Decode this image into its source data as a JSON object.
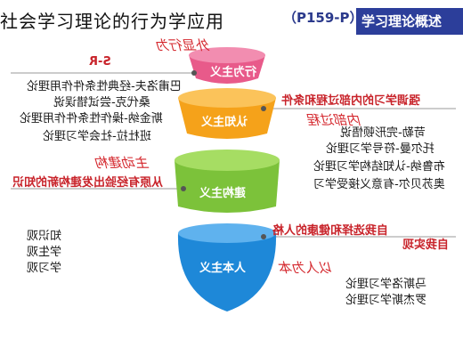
{
  "title": "社会学习理论的行为学应用",
  "header": {
    "page_ref": "（P159-P）",
    "section": "学习理论概述"
  },
  "layers": [
    {
      "label": "行为主义",
      "color": "#e85a8a",
      "note": "S-R",
      "note_hand": "外显行为",
      "theories": [
        "巴甫洛夫-经典性条件作用理论",
        "桑代克-尝试错误说",
        "斯金纳-操作性条件作用理论",
        "班杜拉-社会学习理论"
      ]
    },
    {
      "label": "认知主义",
      "color": "#f5a21a",
      "note": "强调学习的内部过程和条件",
      "note_hand": "内部过程",
      "theories": [
        "苛勒-完形顿悟说",
        "托尔曼-符号学习理论",
        "布鲁纳-认知结构学习理论",
        "奥苏贝尔-有意义接受学习"
      ]
    },
    {
      "label": "建构主义",
      "color": "#7cc23a",
      "note": "从原有经验出发建构新的知识",
      "note_hand": "主动建构",
      "theories": [
        "知识观",
        "学生观",
        "学习观"
      ]
    },
    {
      "label": "人本主义",
      "color": "#1e88d8",
      "note": "自我选择和健康的人格",
      "note_hand": "以人为本",
      "theories": [
        "自我实现",
        "马斯洛学习理论",
        "罗杰斯学习理论"
      ]
    }
  ]
}
